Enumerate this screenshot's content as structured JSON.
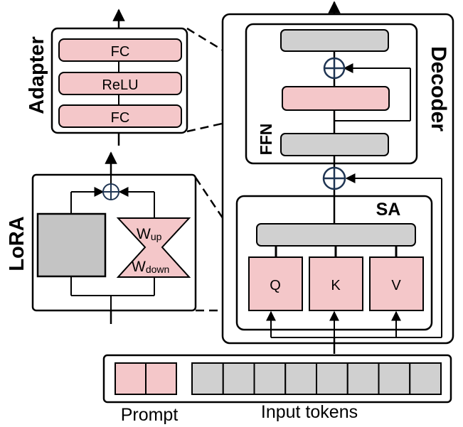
{
  "adapter": {
    "title": "Adapter",
    "layers": [
      "FC",
      "ReLU",
      "FC"
    ]
  },
  "lora": {
    "title": "LoRA",
    "w_up": "W",
    "w_up_sub": "up",
    "w_down": "W",
    "w_down_sub": "down"
  },
  "decoder": {
    "title": "Decoder",
    "ffn_title": "FFN",
    "sa_title": "SA",
    "qkv": [
      "Q",
      "K",
      "V"
    ]
  },
  "input": {
    "prompt_label": "Prompt",
    "tokens_label": "Input tokens",
    "prompt_cells": 2,
    "token_cells": 8
  },
  "colors": {
    "pink": "#f4c7c9",
    "gray": "#d0d0d0",
    "dark_gray": "#c4c4c4",
    "navy": "#1f3553"
  }
}
